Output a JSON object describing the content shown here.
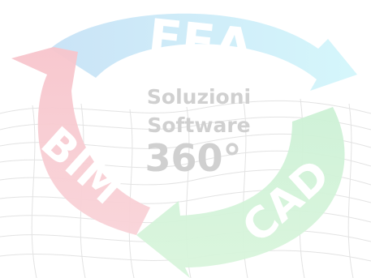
{
  "labels": {
    "top": "FEA",
    "right": "CAD",
    "left": "BIM"
  },
  "center": {
    "line1": "Soluzioni",
    "line2": "Software",
    "line3": "360°"
  },
  "colors": {
    "fea_arrow": "#bfe3f4",
    "fea_arrow_light": "#d6f3fb",
    "cad_arrow": "#c8efcf",
    "bim_arrow": "#f6c9cf",
    "center_text": "#cfcfcf",
    "mesh": "#e4e4e4"
  }
}
